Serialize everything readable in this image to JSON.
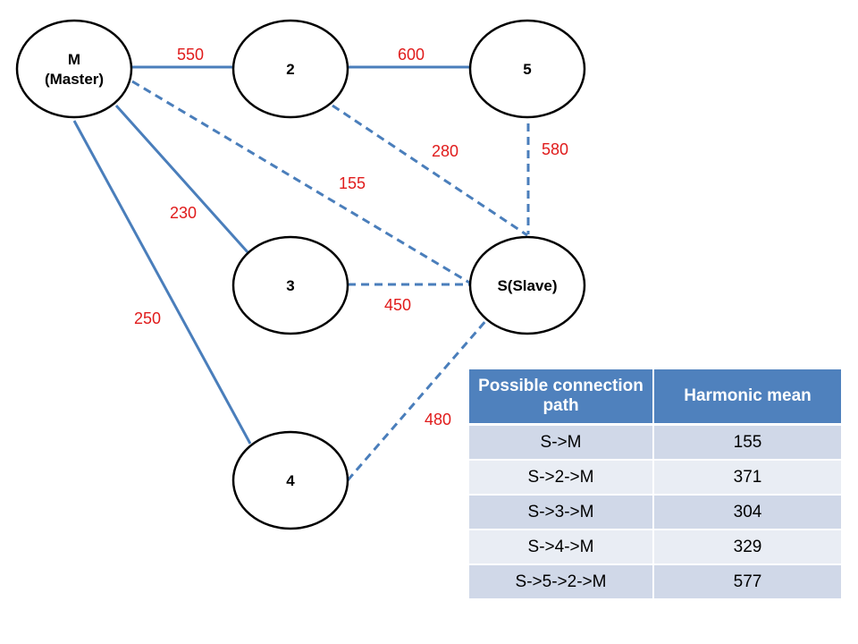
{
  "colors": {
    "edge": "#4a7ebb",
    "edge_label": "#e01b1b",
    "node_stroke": "#000000",
    "node_fill": "#ffffff",
    "table_header_bg": "#4f81bd",
    "table_header_text": "#ffffff",
    "table_row_odd": "#d0d8e8",
    "table_row_even": "#e9edf4"
  },
  "nodes": [
    {
      "id": "M",
      "lines": [
        "M",
        "(Master)"
      ]
    },
    {
      "id": "N2",
      "lines": [
        "2"
      ]
    },
    {
      "id": "N5",
      "lines": [
        "5"
      ]
    },
    {
      "id": "N3",
      "lines": [
        "3"
      ]
    },
    {
      "id": "N4",
      "lines": [
        "4"
      ]
    },
    {
      "id": "S",
      "lines": [
        "S(Slave)"
      ]
    }
  ],
  "edges": [
    {
      "from": "M",
      "to": "N2",
      "weight": "550",
      "style": "solid"
    },
    {
      "from": "N2",
      "to": "N5",
      "weight": "600",
      "style": "solid"
    },
    {
      "from": "N2",
      "to": "S",
      "weight": "280",
      "style": "dashed"
    },
    {
      "from": "N5",
      "to": "S",
      "weight": "580",
      "style": "dashed"
    },
    {
      "from": "M",
      "to": "S",
      "weight": "155",
      "style": "dashed"
    },
    {
      "from": "M",
      "to": "N3",
      "weight": "230",
      "style": "solid"
    },
    {
      "from": "M",
      "to": "N4",
      "weight": "250",
      "style": "solid"
    },
    {
      "from": "N3",
      "to": "S",
      "weight": "450",
      "style": "dashed"
    },
    {
      "from": "N4",
      "to": "S",
      "weight": "480",
      "style": "dashed"
    }
  ],
  "table": {
    "headers": [
      "Possible connection path",
      "Harmonic  mean"
    ],
    "rows": [
      {
        "path": "S->M",
        "mean": "155"
      },
      {
        "path": "S->2->M",
        "mean": "371"
      },
      {
        "path": "S->3->M",
        "mean": "304"
      },
      {
        "path": "S->4->M",
        "mean": "329"
      },
      {
        "path": "S->5->2->M",
        "mean": "577"
      }
    ]
  }
}
